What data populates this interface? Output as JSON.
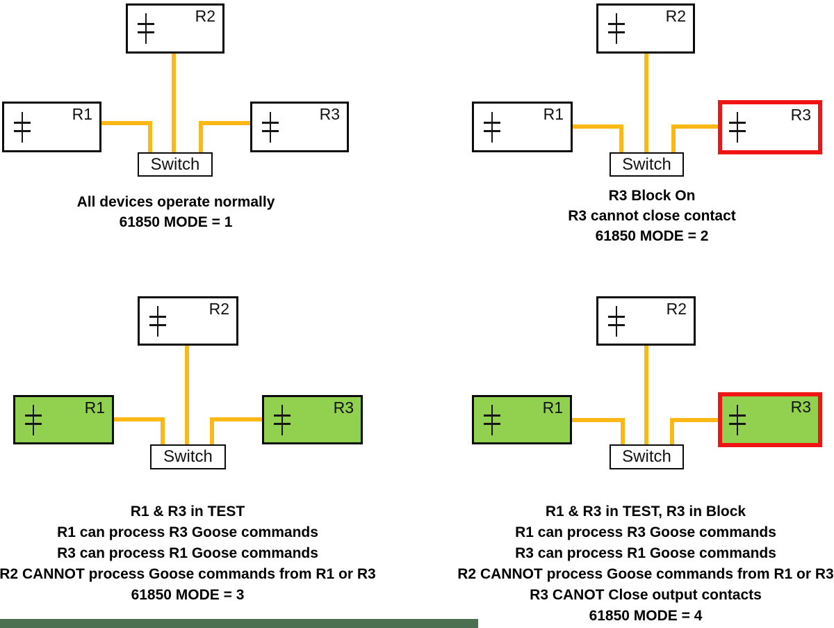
{
  "colors": {
    "wire": "#FBB917",
    "box_border": "#0B0B0B",
    "test_mode_fill": "#92D050",
    "block_mode_border": "#F01414",
    "bottom_strip": "#4A7051",
    "background": "#FFFFFF"
  },
  "panels": [
    {
      "name": "mode-1",
      "labels": {
        "r1": "R1",
        "r2": "R2",
        "r3": "R3"
      },
      "switch_label": "Switch",
      "states": {
        "r1": "normal",
        "r2": "normal",
        "r3": "normal"
      },
      "caption": [
        "All devices operate normally",
        "61850 MODE = 1"
      ]
    },
    {
      "name": "mode-2",
      "labels": {
        "r1": "R1",
        "r2": "R2",
        "r3": "R3"
      },
      "switch_label": "Switch",
      "states": {
        "r1": "normal",
        "r2": "normal",
        "r3": "block-on"
      },
      "caption": [
        "R3 Block On",
        "R3 cannot close contact",
        "61850 MODE = 2"
      ]
    },
    {
      "name": "mode-3",
      "labels": {
        "r1": "R1",
        "r2": "R2",
        "r3": "R3"
      },
      "switch_label": "Switch",
      "states": {
        "r1": "test",
        "r2": "normal",
        "r3": "test"
      },
      "caption": [
        "R1 & R3 in TEST",
        "R1 can process R3 Goose commands",
        "R3 can process R1 Goose commands",
        "R2 CANNOT process Goose commands from R1 or R3",
        "61850 MODE = 3"
      ]
    },
    {
      "name": "mode-4",
      "labels": {
        "r1": "R1",
        "r2": "R2",
        "r3": "R3"
      },
      "switch_label": "Switch",
      "states": {
        "r1": "test",
        "r2": "normal",
        "r3": "test-block-on"
      },
      "caption": [
        "R1 & R3 in TEST, R3 in Block",
        "R1 can process R3 Goose commands",
        "R3 can process R1 Goose commands",
        "R2 CANNOT process Goose commands from R1 or R3",
        "R3 CANOT Close output contacts",
        "61850 MODE = 4"
      ]
    }
  ]
}
